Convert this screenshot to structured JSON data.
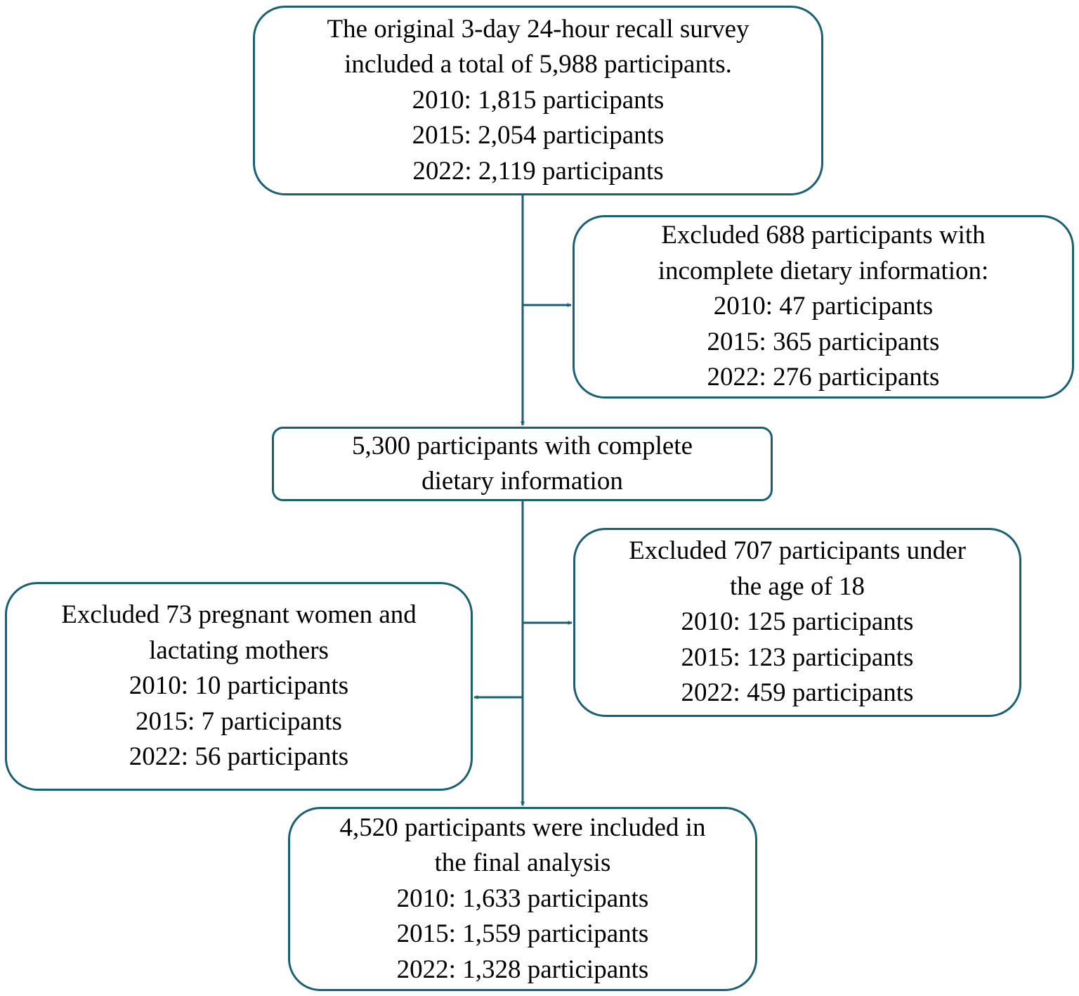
{
  "colors": {
    "border": "#1a5f72",
    "connector": "#1a5f72",
    "text": "#000000",
    "background": "#ffffff"
  },
  "boxes": {
    "original": {
      "lines": [
        "The original 3-day 24-hour recall survey",
        "included a total of 5,988 participants.",
        "2010: 1,815 participants",
        "2015: 2,054 participants",
        "2022: 2,119 participants"
      ]
    },
    "excluded_incomplete": {
      "lines": [
        "Excluded 688 participants with",
        "incomplete dietary information:",
        "2010: 47 participants",
        "2015: 365 participants",
        "2022: 276 participants"
      ]
    },
    "complete": {
      "lines": [
        "5,300 participants with complete",
        "dietary information"
      ]
    },
    "excluded_age": {
      "lines": [
        "Excluded 707 participants under",
        "the age of 18",
        "2010: 125 participants",
        "2015: 123 participants",
        "2022: 459 participants"
      ]
    },
    "excluded_pregnant": {
      "lines": [
        "Excluded 73 pregnant women and",
        "lactating mothers",
        "2010: 10 participants",
        "2015: 7 participants",
        "2022: 56 participants"
      ]
    },
    "final": {
      "lines": [
        "4,520 participants were included in",
        "the final analysis",
        "2010: 1,633 participants",
        "2015: 1,559 participants",
        "2022: 1,328 participants"
      ]
    }
  }
}
